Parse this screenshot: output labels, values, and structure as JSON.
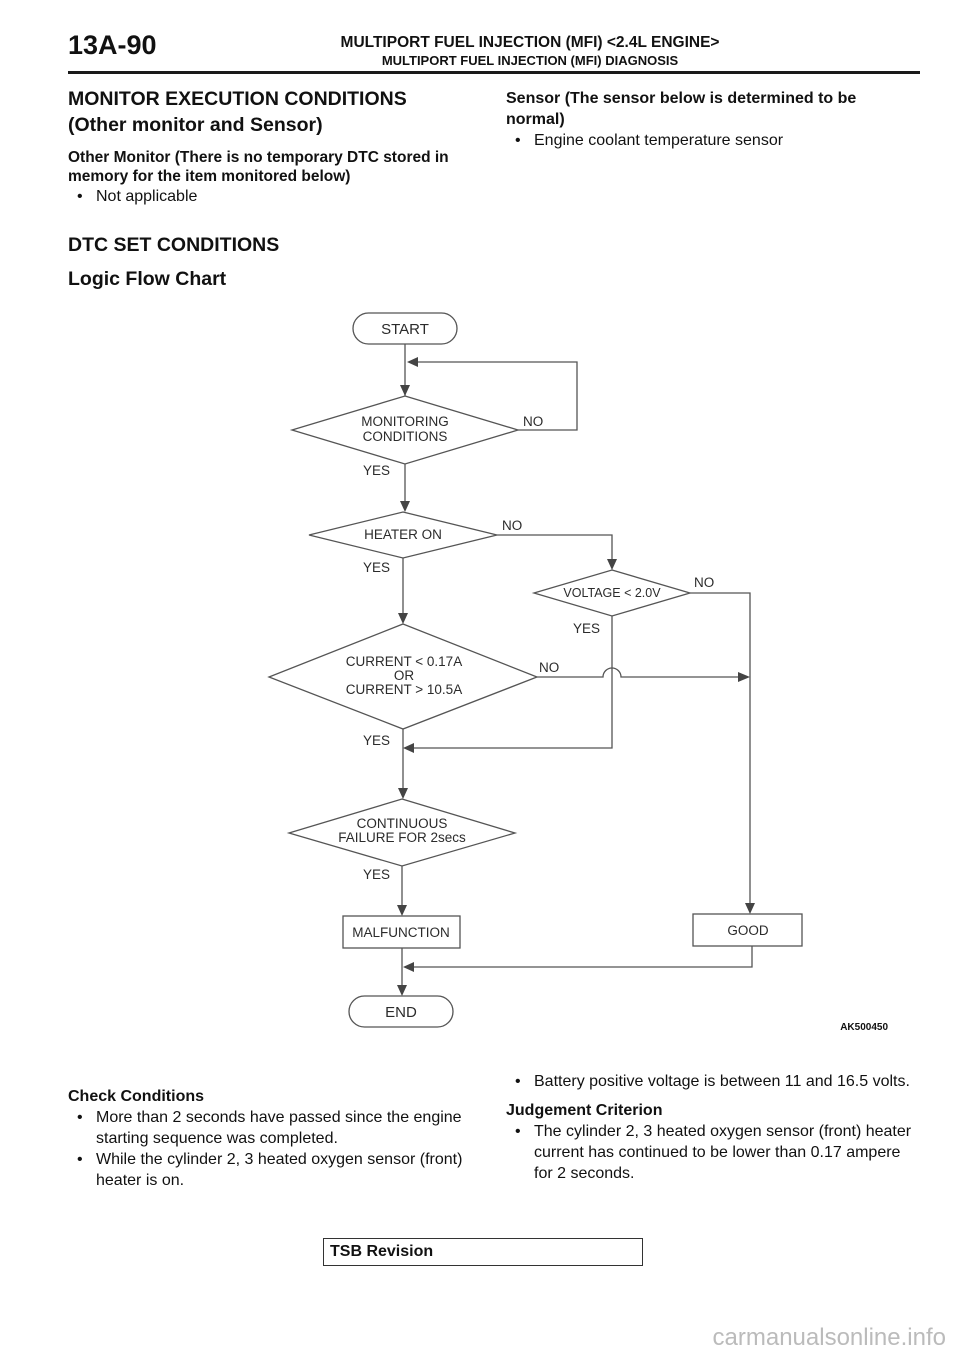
{
  "header": {
    "page_number": "13A-90",
    "title": "MULTIPORT FUEL INJECTION (MFI) <2.4L ENGINE>",
    "subtitle": "MULTIPORT FUEL INJECTION (MFI) DIAGNOSIS"
  },
  "monitor_section": {
    "title_line1": "MONITOR EXECUTION CONDITIONS",
    "title_line2": "(Other monitor and Sensor)",
    "other_monitor_label": "Other Monitor (There is no temporary DTC stored in memory for the item monitored below)",
    "other_monitor_items": [
      "Not applicable"
    ],
    "sensor_label": "Sensor (The sensor below is determined to be normal)",
    "sensor_items": [
      "Engine coolant temperature sensor"
    ]
  },
  "dtc_section": {
    "title": "DTC SET CONDITIONS",
    "subtitle": "Logic Flow Chart"
  },
  "flowchart": {
    "start": "START",
    "monitoring_line1": "MONITORING",
    "monitoring_line2": "CONDITIONS",
    "heater_on": "HEATER ON",
    "voltage": "VOLTAGE < 2.0V",
    "current_line1": "CURRENT < 0.17A",
    "current_line2": "OR",
    "current_line3": "CURRENT > 10.5A",
    "continuous_line1": "CONTINUOUS",
    "continuous_line2": "FAILURE FOR 2secs",
    "malfunction": "MALFUNCTION",
    "good": "GOOD",
    "end": "END",
    "yes": "YES",
    "no": "NO",
    "figure_code": "AK500450"
  },
  "check_conditions": {
    "title": "Check Conditions",
    "items": [
      "More than 2 seconds have passed since the engine starting sequence was completed.",
      "While the cylinder 2, 3 heated oxygen sensor (front) heater is on.",
      "Battery positive voltage is between 11 and 16.5 volts."
    ]
  },
  "judgement": {
    "title": "Judgement Criterion",
    "items": [
      "The cylinder 2, 3 heated oxygen sensor (front) heater current has continued to be lower than 0.17 ampere for 2 seconds."
    ]
  },
  "footer": {
    "tsb_revision": "TSB Revision",
    "watermark": "carmanualsonline.info"
  }
}
